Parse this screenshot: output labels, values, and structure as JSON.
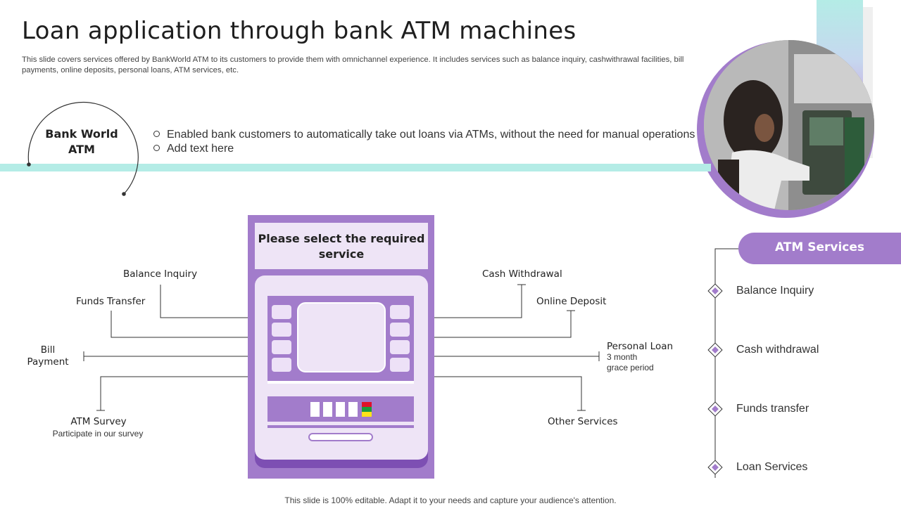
{
  "header": {
    "title": "Loan application through bank ATM machines",
    "subtitle": "This slide covers services offered by BankWorld ATM to its customers to provide them with omnichannel experience. It includes services such as balance inquiry, cashwithrawal facilities, bill payments, online deposits, personal loans, ATM services, etc."
  },
  "intro": {
    "label": "Bank World ATM",
    "bullets": [
      "Enabled bank customers to automatically take out loans via ATMs, without the need for manual operations",
      "Add text here"
    ]
  },
  "atm": {
    "heading": "Please select the required service"
  },
  "services_left": {
    "balance_inquiry": "Balance Inquiry",
    "funds_transfer": "Funds Transfer",
    "bill_payment": "Bill Payment",
    "atm_survey": "ATM Survey",
    "atm_survey_note": "Participate in our survey"
  },
  "services_right": {
    "cash_withdrawal": "Cash Withdrawal",
    "online_deposit": "Online Deposit",
    "personal_loan": "Personal Loan",
    "personal_loan_note_1": "3 month",
    "personal_loan_note_2": "grace period",
    "other_services": "Other Services"
  },
  "atm_services": {
    "title": "ATM Services",
    "items": [
      "Balance Inquiry",
      "Cash withdrawal",
      "Funds transfer",
      "Loan Services"
    ]
  },
  "footer": "This slide is 100% editable. Adapt it to your needs and capture your audience's attention.",
  "colors": {
    "purple": "#a27ccb",
    "light_purple": "#eee4f6",
    "dark_purple": "#7d4fb3",
    "teal": "#b4ece6"
  }
}
